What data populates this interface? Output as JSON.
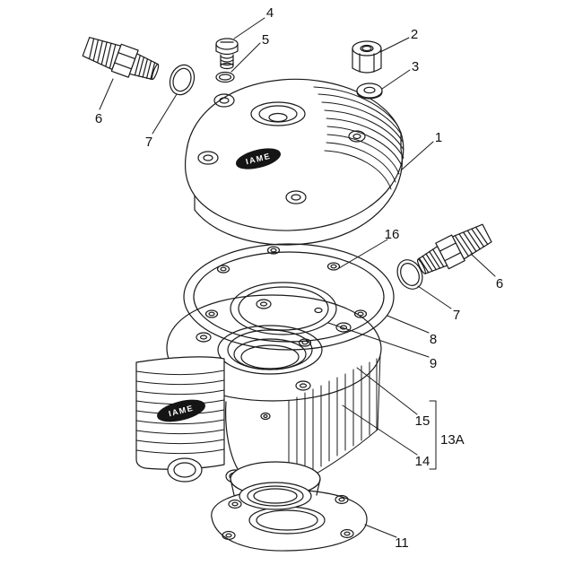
{
  "diagram": {
    "background": "#ffffff",
    "ink_color": "#1a1a1a",
    "brand_logo_head": "IAME",
    "brand_logo_cylinder": "IAME",
    "callouts": {
      "n1": "1",
      "n2": "2",
      "n3": "3",
      "n4": "4",
      "n5": "5",
      "n6_left": "6",
      "n6_right": "6",
      "n7_left": "7",
      "n7_right": "7",
      "n8": "8",
      "n9": "9",
      "n11": "11",
      "n13a": "13A",
      "n14": "14",
      "n15": "15",
      "n16": "16"
    }
  }
}
